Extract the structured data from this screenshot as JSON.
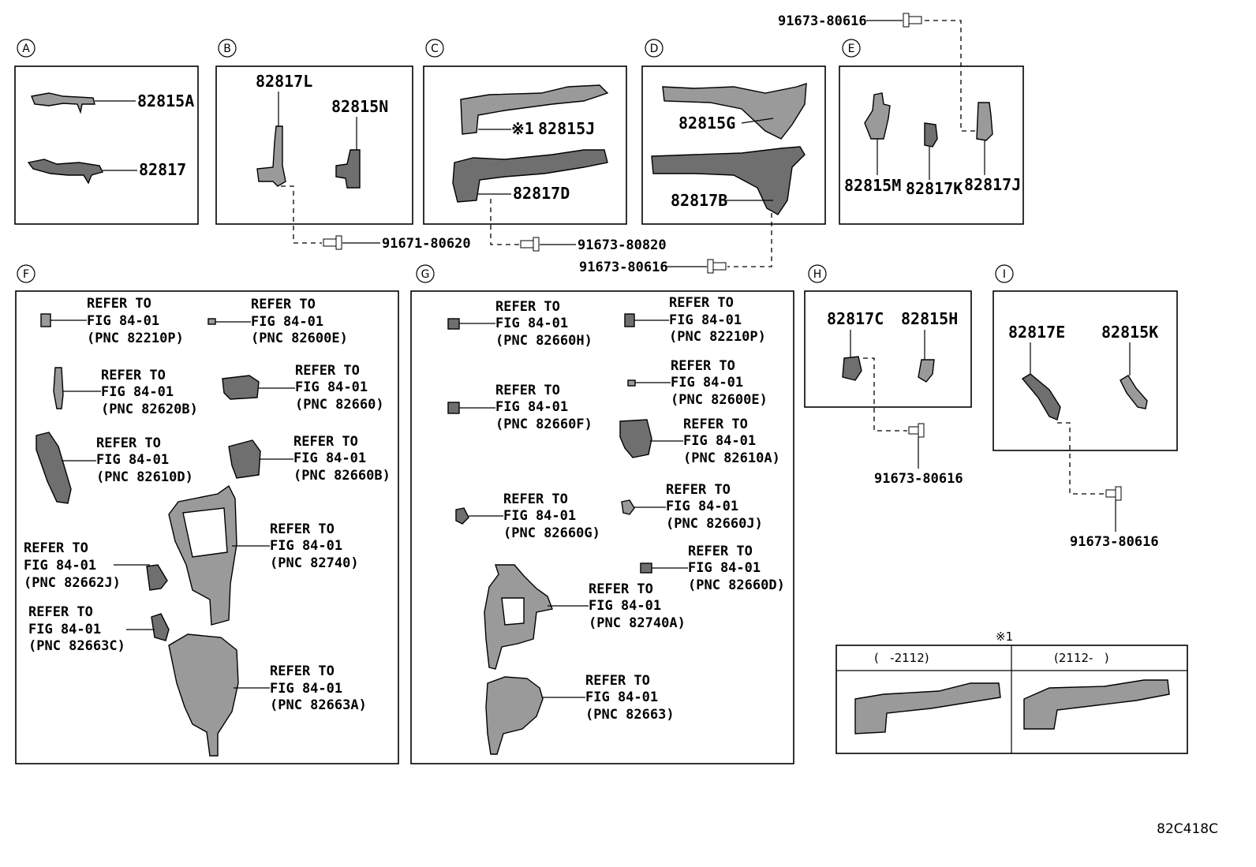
{
  "sections": [
    "A",
    "B",
    "C",
    "D",
    "E",
    "F",
    "G",
    "H",
    "I"
  ],
  "parts": {
    "p82815A": "82815A",
    "p82817": "82817",
    "p82817L": "82817L",
    "p82815N": "82815N",
    "p82815J": "82815J",
    "p82817D": "82817D",
    "p82815G": "82815G",
    "p82817B": "82817B",
    "p82815M": "82815M",
    "p82817K": "82817K",
    "p82817J": "82817J",
    "p82817C": "82817C",
    "p82815H": "82815H",
    "p82817E": "82817E",
    "p82815K": "82815K"
  },
  "mark": "※1",
  "bolts": {
    "top": "91673-80616",
    "b": "91671-80620",
    "c": "91673-80820",
    "d": "91673-80616",
    "h": "91673-80616",
    "i": "91673-80616"
  },
  "refer": {
    "line1": "REFER TO",
    "line2": "FIG 84-01"
  },
  "pnc": {
    "f1": "(PNC 82210P)",
    "f2": "(PNC 82600E)",
    "f3": "(PNC 82620B)",
    "f4": "(PNC 82660)",
    "f5": "(PNC 82610D)",
    "f6": "(PNC 82660B)",
    "f7": "(PNC 82740)",
    "f8": "(PNC 82662J)",
    "f9": "(PNC 82663C)",
    "f10": "(PNC 82663A)",
    "g1": "(PNC 82660H)",
    "g2": "(PNC 82210P)",
    "g3": "(PNC 82600E)",
    "g4": "(PNC 82660F)",
    "g5": "(PNC 82610A)",
    "g6": "(PNC 82660G)",
    "g7": "(PNC 82660J)",
    "g8": "(PNC 82660D)",
    "g9": "(PNC 82740A)",
    "g10": "(PNC 82663)"
  },
  "legend": {
    "title": "※1",
    "col1": "(   -2112)",
    "col2": "(2112-   )"
  },
  "drawing_code": "82C418C"
}
